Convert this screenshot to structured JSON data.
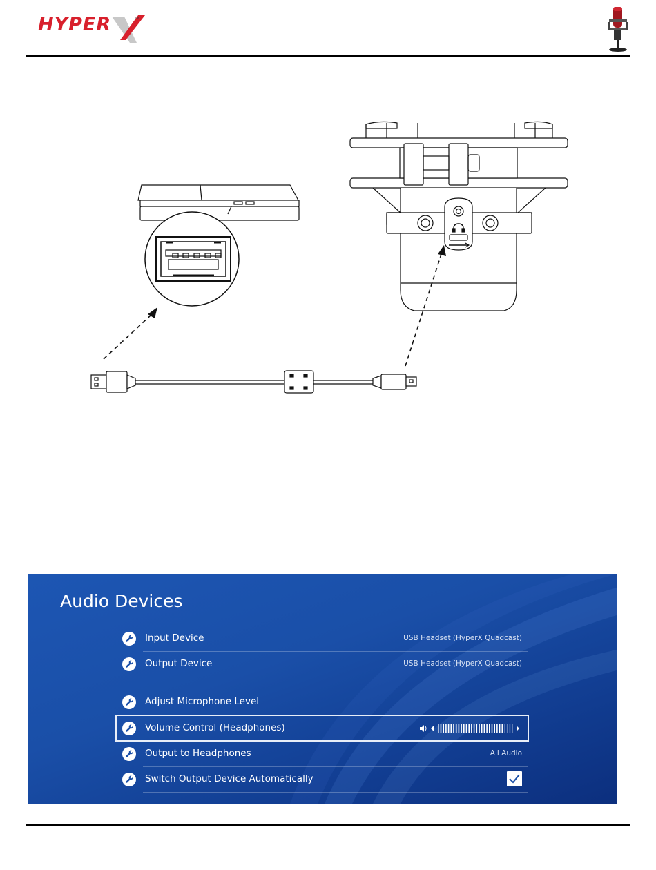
{
  "header": {
    "logo_text": "HYPER",
    "logo_tm": "™"
  },
  "ps_menu": {
    "title": "Audio Devices",
    "rows": [
      {
        "label": "Input Device",
        "value": "USB Headset (HyperX Quadcast)",
        "control": "value"
      },
      {
        "label": "Output Device",
        "value": "USB Headset (HyperX Quadcast)",
        "control": "value"
      },
      {
        "label": "Adjust Microphone Level",
        "value": "",
        "control": "none"
      },
      {
        "label": "Volume Control (Headphones)",
        "value": "",
        "control": "slider",
        "level": 0.86
      },
      {
        "label": "Output to Headphones",
        "value": "All Audio",
        "control": "value"
      },
      {
        "label": "Switch Output Device Automatically",
        "value": "",
        "control": "checkbox",
        "checked": true
      }
    ],
    "selected_row": 3
  },
  "colors": {
    "brand_red": "#d8202c",
    "ps_blue": "#1a4fa8"
  }
}
